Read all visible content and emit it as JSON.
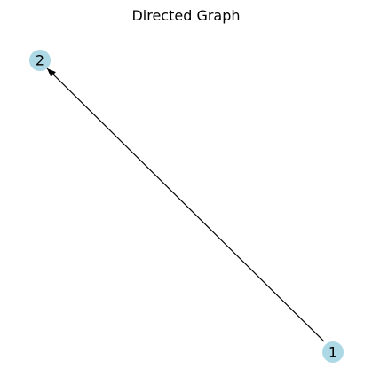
{
  "title": "Directed Graph",
  "graph": {
    "directed": true,
    "node_color": "#add8e6",
    "edge_color": "#000000",
    "nodes": [
      {
        "id": "1",
        "label": "1"
      },
      {
        "id": "2",
        "label": "2"
      }
    ],
    "edges": [
      {
        "source": "1",
        "target": "2"
      }
    ]
  }
}
